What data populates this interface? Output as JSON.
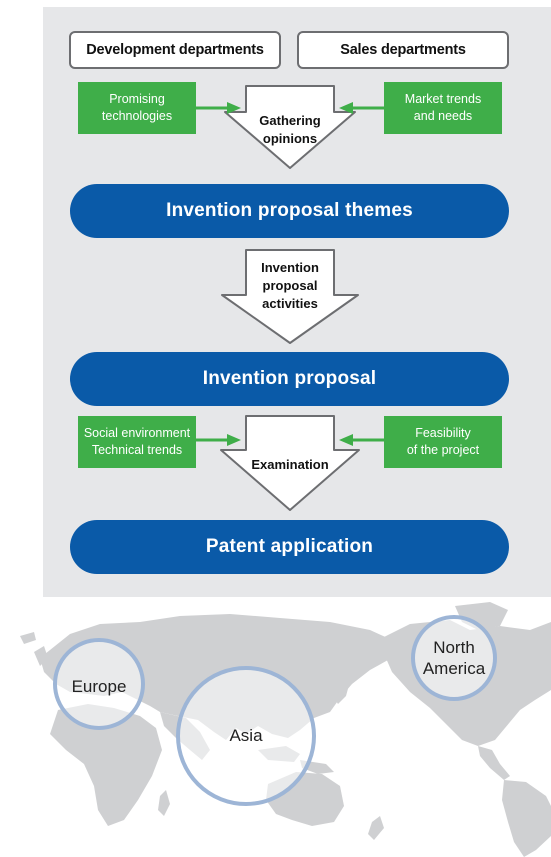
{
  "flow": {
    "departments": [
      "Development departments",
      "Sales departments"
    ],
    "stage1": {
      "left_input": "Promising\ntechnologies",
      "right_input": "Market trends\nand needs",
      "arrow_label": "Gathering\nopinions"
    },
    "theme_pill": "Invention proposal themes",
    "stage2": {
      "arrow_label": "Invention\nproposal\nactivities"
    },
    "proposal_pill": "Invention proposal",
    "stage3": {
      "left_input": "Social environment\nTechnical trends",
      "right_input": "Feasibility\nof the project",
      "arrow_label": "Examination"
    },
    "final_pill": "Patent application"
  },
  "map": {
    "regions": [
      "Europe",
      "Asia",
      "North\nAmerica"
    ]
  },
  "colors": {
    "panel_bg": "#e6e7e9",
    "pill_blue": "#0a5aa8",
    "input_green": "#3fae49",
    "circle_border": "#9db5d6",
    "land_gray": "#cfd0d2"
  }
}
